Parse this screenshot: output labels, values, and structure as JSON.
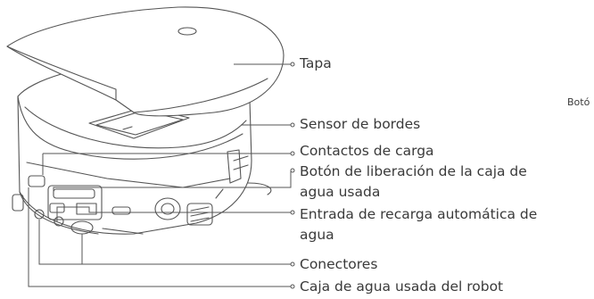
{
  "labels": {
    "lid": "Tapa",
    "edge_sensor": "Sensor de bordes",
    "charging_contacts": "Contactos de carga",
    "release_button_line1": "Botón de liberación de la caja de",
    "release_button_line2": "agua usada",
    "water_inlet_line1": "Entrada de recarga automática de",
    "water_inlet_line2": "agua",
    "connectors": "Conectores",
    "waste_box": "Caja de agua usada del robot"
  },
  "side_text": "Botó",
  "colors": {
    "line": "#555555",
    "text": "#3a3a3a",
    "background": "#ffffff"
  }
}
